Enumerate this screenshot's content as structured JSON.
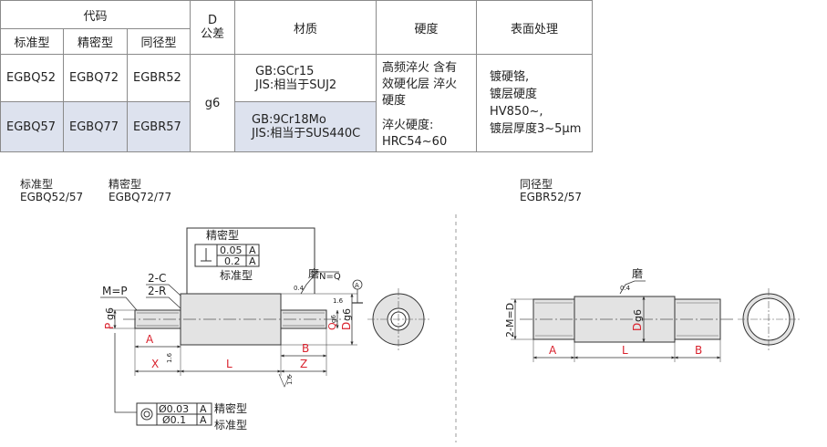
{
  "table": {
    "header": {
      "code": "代码",
      "d_tol_top": "D",
      "d_tol_bottom": "公差",
      "material": "材质",
      "hardness": "硬度",
      "surface": "表面处理",
      "standard": "标准型",
      "precision": "精密型",
      "same_dia": "同径型"
    },
    "rows": [
      {
        "std": "EGBQ52",
        "prec": "EGBQ72",
        "same": "EGBR52",
        "mat1": "GB:GCr15",
        "mat2": "JIS:相当于SUJ2"
      },
      {
        "std": "EGBQ57",
        "prec": "EGBQ77",
        "same": "EGBR57",
        "mat1": "GB:9Cr18Mo",
        "mat2": "JIS:相当于SUS440C"
      }
    ],
    "tolerance": "g6",
    "hardness_a1": "高频淬火 含有",
    "hardness_a2": "效硬化层 淬火",
    "hardness_a3": "硬度",
    "hardness_b1": "淬火硬度:",
    "hardness_b2": "HRC54~60",
    "surface1": "镀硬铬,",
    "surface2": "镀层硬度HV850~,",
    "surface3": "镀层厚度3~5μm"
  },
  "captions": {
    "left_a_title": "标准型",
    "left_a_code": "EGBQ52/57",
    "left_b_title": "精密型",
    "left_b_code": "EGBQ72/77",
    "right_title": "同径型",
    "right_code": "EGBR52/57"
  },
  "drawing1": {
    "precision_label": "精密型",
    "standard_label": "标准型",
    "perp_val1": "0.05",
    "perp_val2": "0.2",
    "datum": "A",
    "chamfer_c": "2-C",
    "chamfer_r": "2-R",
    "m_eq_p": "M=P",
    "grind": "磨",
    "n_eq_q": "N=Q",
    "rough_04": "0.4",
    "rough_16": "1.6",
    "p": "P",
    "g6": "g6",
    "q": "Q",
    "d": "D",
    "dim_a": "A",
    "dim_b": "B",
    "dim_x": "X",
    "dim_l": "L",
    "dim_z": "Z",
    "conc_val1": "Ø0.03",
    "conc_val2": "Ø0.1",
    "conc_prec": "精密型",
    "conc_std": "标准型"
  },
  "drawing2": {
    "grind": "磨",
    "rough_04": "0.4",
    "two_m_eq_d": "2-M=D",
    "d": "D",
    "g6": "g6",
    "dim_a": "A",
    "dim_l": "L",
    "dim_b": "B"
  },
  "colors": {
    "shade": "#dde2ee",
    "part_fill": "#e3e3e3",
    "dim_red": "#d9232e",
    "line": "#333333"
  }
}
